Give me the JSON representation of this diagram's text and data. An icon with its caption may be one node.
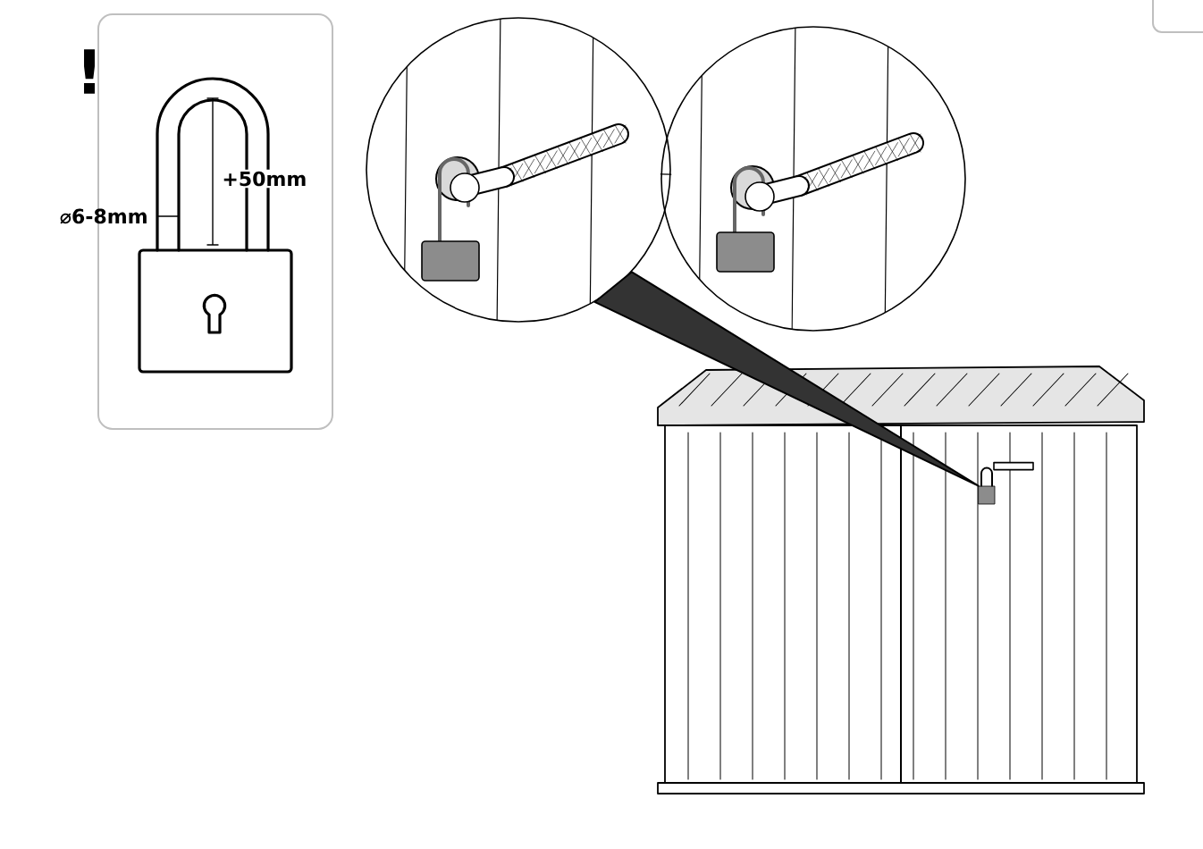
{
  "diagram": {
    "nodes": [
      {
        "text": [],
        "shape": "picture"
      },
      {
        "text": [],
        "shape": "picture"
      },
      {
        "text": [],
        "shape": "picture"
      },
      {
        "text": [],
        "shape": "picture",
        "in": 2
      }
    ],
    "edges": [
      {
        "from": 0,
        "to": 1,
        "arrow": "none"
      },
      {
        "from": 0,
        "to": 3,
        "arrow": "none",
        "style": "thick"
      }
    ],
    "labels": [
      "!",
      "+50mm",
      "⌀6-8mm"
    ]
  }
}
